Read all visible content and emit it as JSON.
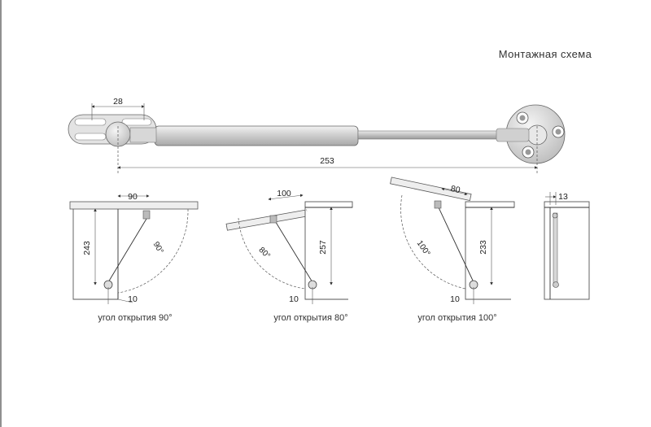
{
  "title": "Монтажная схема",
  "top_view": {
    "dim_bracket": "28",
    "dim_length": "253"
  },
  "schemes": [
    {
      "width": "90",
      "height": "243",
      "offset": "10",
      "angle": "90°",
      "caption": "угол открытия 90°"
    },
    {
      "width": "100",
      "height": "257",
      "offset": "10",
      "angle": "80°",
      "caption": "угол открытия 80°"
    },
    {
      "width": "80",
      "height": "233",
      "offset": "10",
      "angle": "100°",
      "caption": "угол открытия 100°"
    }
  ],
  "side_view": {
    "dim": "13"
  }
}
